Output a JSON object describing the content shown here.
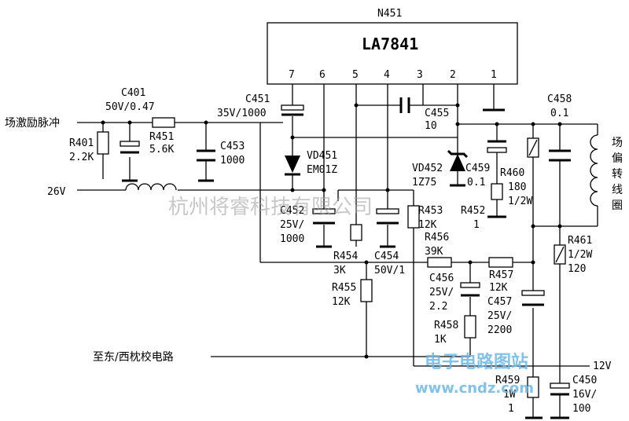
{
  "ic": {
    "ref": "N451",
    "part": "LA7841",
    "pins": [
      "7",
      "6",
      "5",
      "4",
      "3",
      "2",
      "1"
    ]
  },
  "labels": {
    "input_signal": "场激励脉冲",
    "c401_ref": "C401",
    "c401_val": "50V/0.47",
    "r401_ref": "R401",
    "r401_val": "2.2K",
    "r451_ref": "R451",
    "r451_val": "5.6K",
    "c453_ref": "C453",
    "c453_val": "1000",
    "c451_ref": "C451",
    "c451_val": "35V/1000",
    "c455_ref": "C455",
    "c455_val": "10",
    "c458_ref": "C458",
    "c458_val": "0.1",
    "vd451_ref": "VD451",
    "vd451_val": "EM01Z",
    "vd452_ref": "VD452",
    "vd452_val": "1Z75",
    "c459_ref": "C459",
    "c459_val": "0.1",
    "r460_ref": "R460",
    "r460_val1": "180",
    "r460_val2": "1/2W",
    "r452_ref": "R452",
    "r452_val": "1",
    "supply_26v": "26V",
    "c452_ref": "C452",
    "c452_val1": "25V/",
    "c452_val2": "1000",
    "r454_ref": "R454",
    "r454_val": "3K",
    "c454_ref": "C454",
    "c454_val": "50V/1",
    "r453_ref": "R453",
    "r453_val": "12K",
    "r456_ref": "R456",
    "r456_val": "39K",
    "r457_ref": "R457",
    "r457_val": "12K",
    "c456_ref": "C456",
    "c456_val1": "25V/",
    "c456_val2": "2.2",
    "c457_ref": "C457",
    "c457_val1": "25V/",
    "c457_val2": "2200",
    "r455_ref": "R455",
    "r455_val": "12K",
    "r458_ref": "R458",
    "r458_val": "1K",
    "r461_ref": "R461",
    "r461_val1": "1/2W",
    "r461_val2": "120",
    "yoke": [
      "场",
      "偏",
      "转",
      "线",
      "圈"
    ],
    "to_ew": "至东/西枕校电路",
    "supply_12v": "12V",
    "r459_ref": "R459",
    "r459_val1": "1W",
    "r459_val2": "1",
    "c450_ref": "C450",
    "c450_val1": "16V/",
    "c450_val2": "100"
  },
  "watermarks": {
    "company": "杭州将睿科技有限公司",
    "site_cn": "电子电路图站",
    "site_url": "www.cndz.com"
  }
}
